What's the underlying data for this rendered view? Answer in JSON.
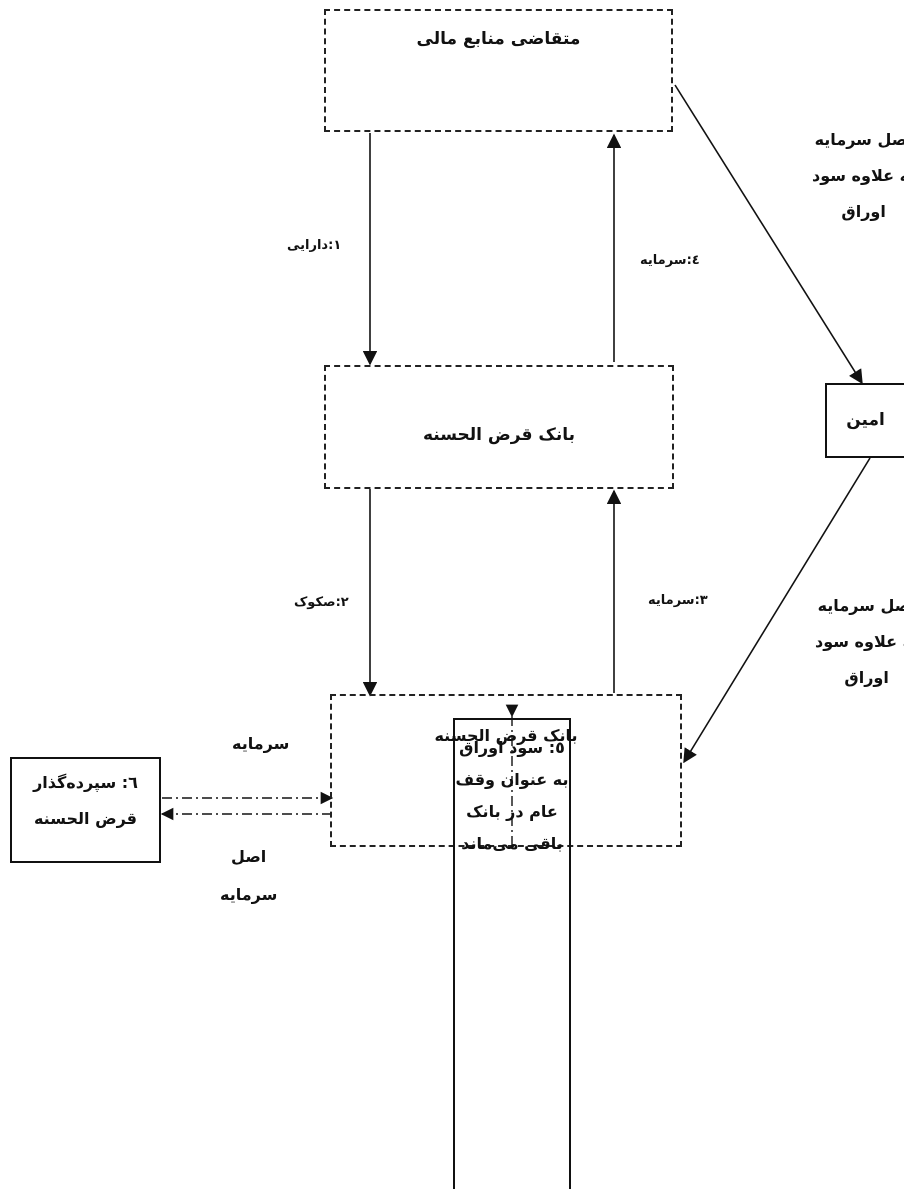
{
  "nodes": {
    "applicant": "متقاضی منابع مالی",
    "bank_top": "بانک قرض الحسنه",
    "bank_bottom": "بانک قرض الحسنه",
    "trustee": "امین",
    "depositor": [
      "٦: سپرده‌گذار",
      "قرض الحسنه"
    ],
    "waqf": [
      "٥: سود اوراق",
      "به عنوان وقف",
      "عام در بانک",
      "باقی می‌ماند"
    ]
  },
  "flows": {
    "asset": "١:دارایی",
    "capital_4": "٤:سرمایه",
    "sukuk": "٢:صکوک",
    "capital_3": "٣:سرمایه",
    "capital_deposit": "سرمایه",
    "principal_return": [
      "اصل",
      "سرمایه"
    ]
  },
  "side_notes": {
    "upper": [
      "اصل سرمایه",
      "به علاوه سود",
      "اوراق"
    ],
    "lower": [
      "اصل سرمایه",
      "به علاوه سود",
      "اوراق"
    ]
  }
}
